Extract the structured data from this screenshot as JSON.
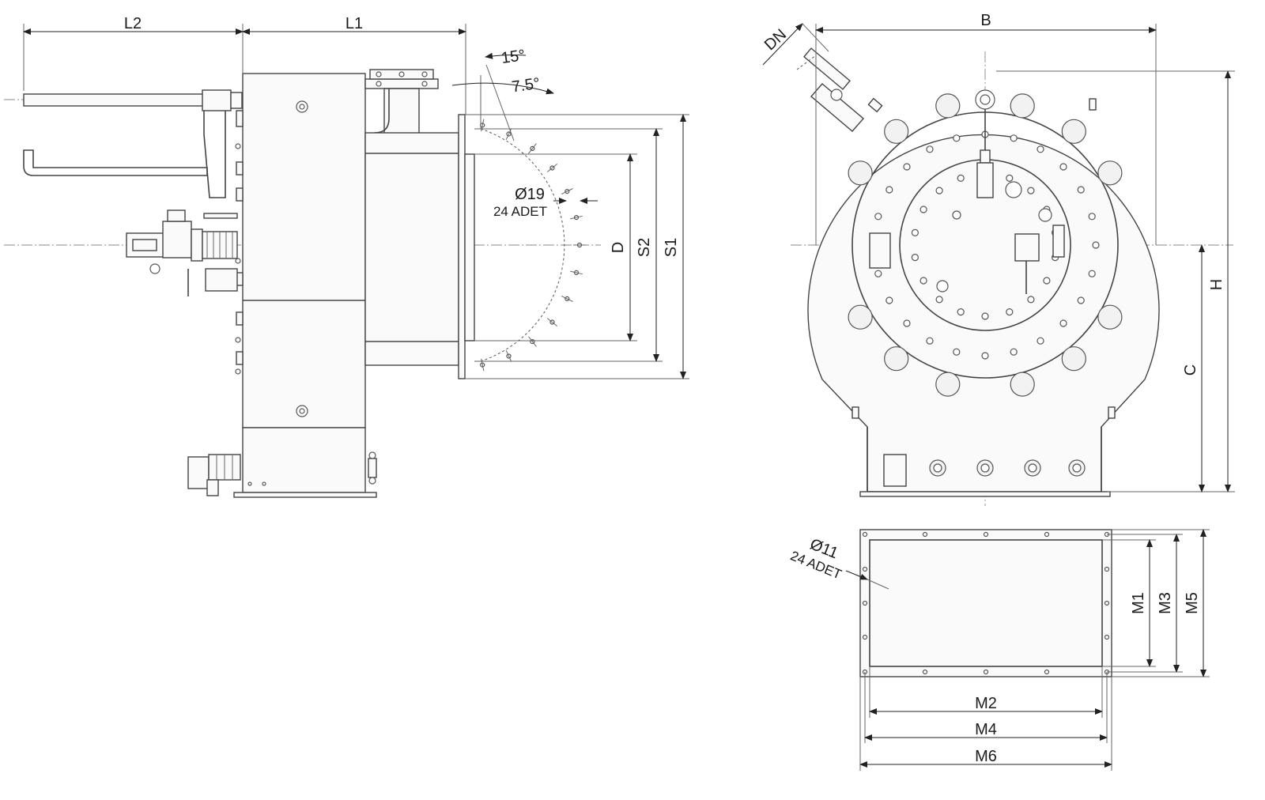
{
  "side_view": {
    "dims": {
      "l2": "L2",
      "l1": "L1",
      "d": "D",
      "s2": "S2",
      "s1": "S1"
    },
    "angle_15": "15°",
    "angle_7_5": "7.5°",
    "hole_diameter": "Ø19",
    "hole_count": "24 ADET"
  },
  "front_view": {
    "dims": {
      "dn": "DN",
      "b": "B",
      "h": "H",
      "c": "C"
    }
  },
  "flange_view": {
    "hole_diameter": "Ø11",
    "hole_count": "24 ADET",
    "dims": {
      "m1": "M1",
      "m3": "M3",
      "m5": "M5",
      "m2": "M2",
      "m4": "M4",
      "m6": "M6"
    }
  },
  "colors": {
    "line": "#444444",
    "dimension": "#222222",
    "background": "#ffffff"
  }
}
